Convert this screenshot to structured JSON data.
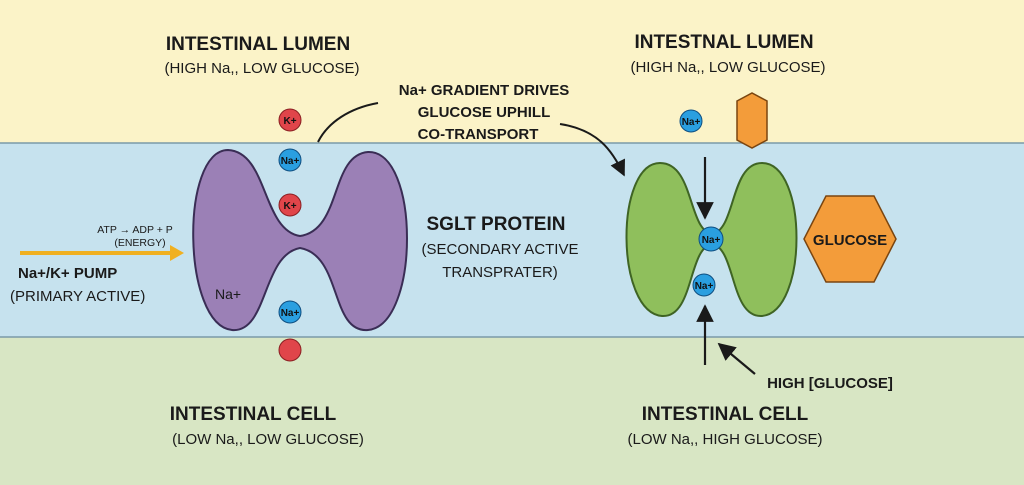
{
  "colors": {
    "lumen_bg": "#fbf3c8",
    "membrane_bg": "#c6e2ee",
    "cell_bg": "#d8e6c4",
    "pump": "#9b80b6",
    "sglt": "#8fbf5c",
    "potassium": "#e0454a",
    "sodium": "#2a9fe0",
    "glucose": "#f39c3a",
    "energy_arrow": "#f0b020"
  },
  "left": {
    "lumen_title": "INTESTINAL LUMEN",
    "lumen_sub": "(HIGH Na,, LOW GLUCOSE)",
    "cell_title": "INTESTINAL CELL",
    "cell_sub": "(LOW Na,, LOW GLUCOSE)",
    "energy_line1": "ATP → ADP + P",
    "energy_line2": "(ENERGY)",
    "pump_title": "Na+/K+ PUMP",
    "pump_sub": "(PRIMARY ACTIVE)",
    "pump_inner_label": "Na+",
    "k_label": "K+",
    "na_label": "Na+"
  },
  "center": {
    "gradient_line1": "Na+ GRADIENT DRIVES",
    "gradient_line2": "GLUCOSE UPHILL",
    "gradient_line3": "CO-TRANSPORT",
    "sglt_title": "SGLT PROTEIN",
    "sglt_sub1": "(SECONDARY ACTIVE",
    "sglt_sub2": "TRANSPRATER)"
  },
  "right": {
    "lumen_title": "INTESTNAL LUMEN",
    "lumen_sub": "(HIGH Na,, LOW GLUCOSE)",
    "cell_title": "INTESTINAL CELL",
    "cell_sub": "(LOW Na,, HIGH GLUCOSE)",
    "glucose_label": "GLUCOSE",
    "high_glucose": "HIGH [GLUCOSE]",
    "na_label": "Na+"
  }
}
